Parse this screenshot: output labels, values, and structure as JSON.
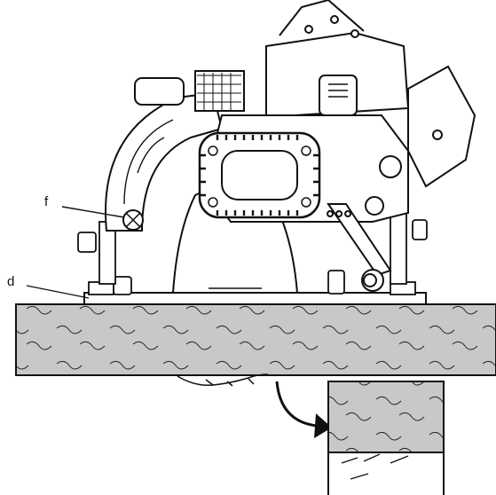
{
  "callouts": {
    "f": "f",
    "d": "d"
  },
  "colors": {
    "ink": "#111111",
    "wood": "#c8c8c8",
    "paper": "#ffffff"
  },
  "icons": [
    "circular-saw",
    "workpiece",
    "cut-offcut",
    "rotation-arrow"
  ]
}
